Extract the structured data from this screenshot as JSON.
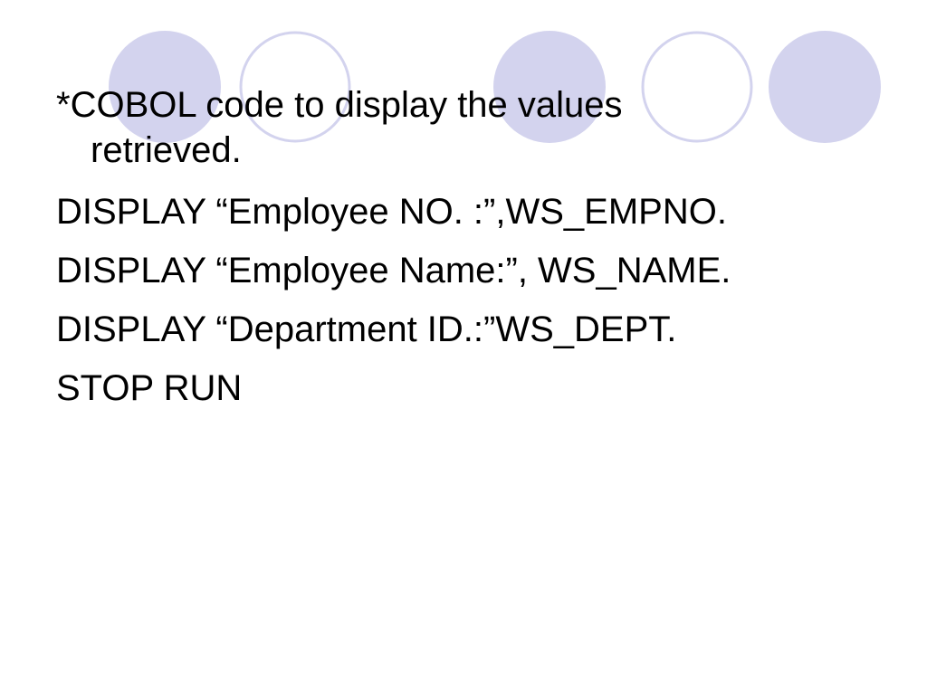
{
  "slide": {
    "bullet_lead": "*",
    "bullet_text": "COBOL code to display the values",
    "bullet_text_cont": "retrieved.",
    "code_lines": [
      "DISPLAY “Employee NO. :”,WS_EMPNO.",
      "DISPLAY “Employee Name:”, WS_NAME.",
      "DISPLAY “Department ID.:”WS_DEPT.",
      "STOP RUN"
    ]
  },
  "theme": {
    "circle_fill": "#d3d3ee",
    "circle_stroke": "#d3d3ee",
    "background": "#ffffff",
    "text_color": "#000000"
  }
}
